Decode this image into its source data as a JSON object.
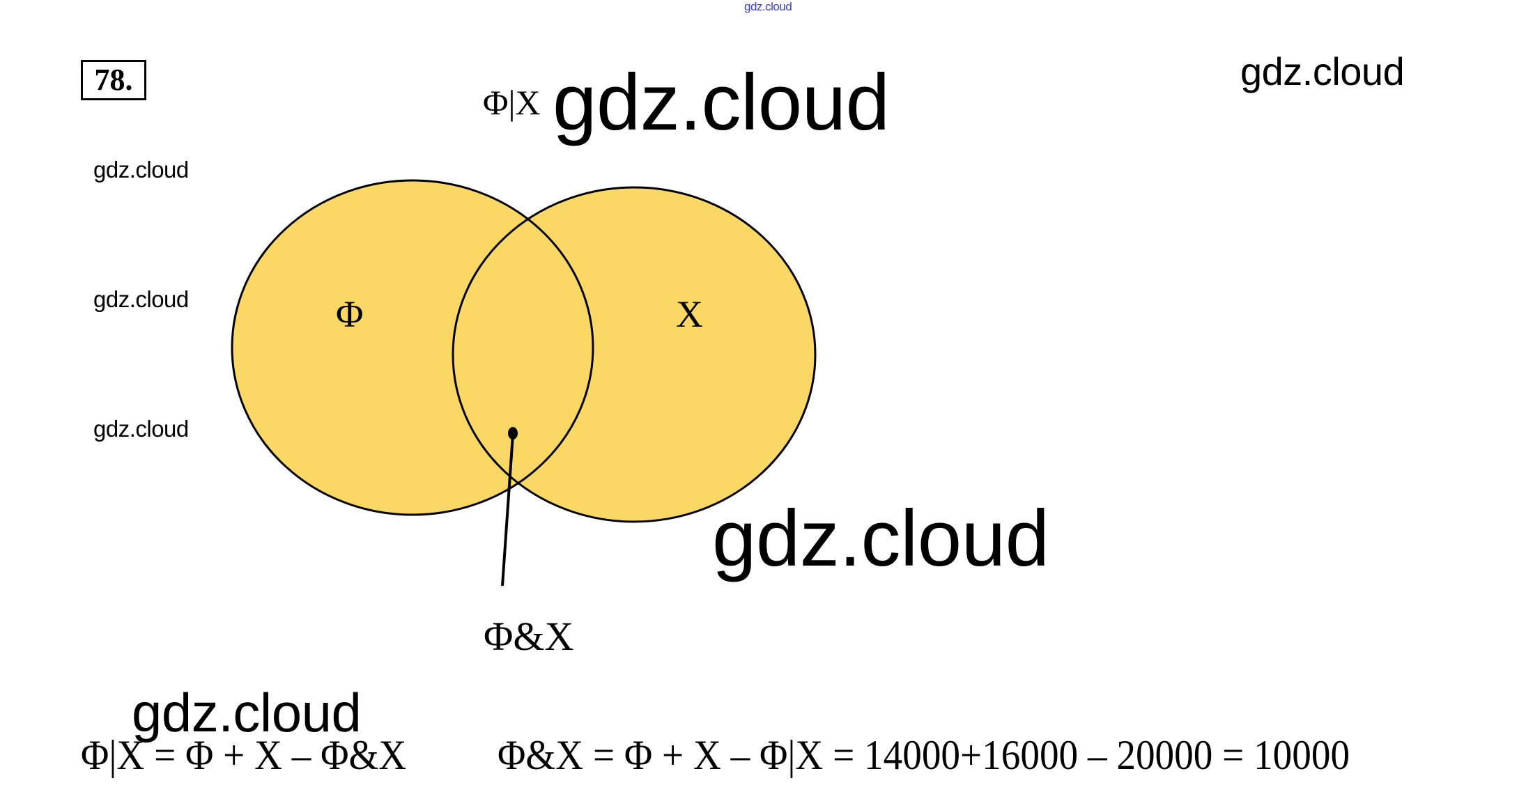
{
  "problem_number": "78.",
  "watermarks": {
    "top_small": "gdz.cloud",
    "top_big": "gdz.cloud",
    "top_right": "gdz.cloud",
    "left": [
      "gdz.cloud",
      "gdz.cloud",
      "gdz.cloud"
    ],
    "middle_big": "gdz.cloud",
    "bottom": "gdz.cloud"
  },
  "diagram": {
    "union_label": "Φ|X",
    "left_set_label": "Φ",
    "right_set_label": "X",
    "intersection_label": "Φ&X",
    "fill_color": "#fbd766",
    "stroke_color": "#000000"
  },
  "formulas": {
    "left": "Φ|X = Φ + X – Φ&X",
    "right": "Φ&X = Φ + X – Φ|X = 14000+16000 – 20000 = 10000"
  }
}
